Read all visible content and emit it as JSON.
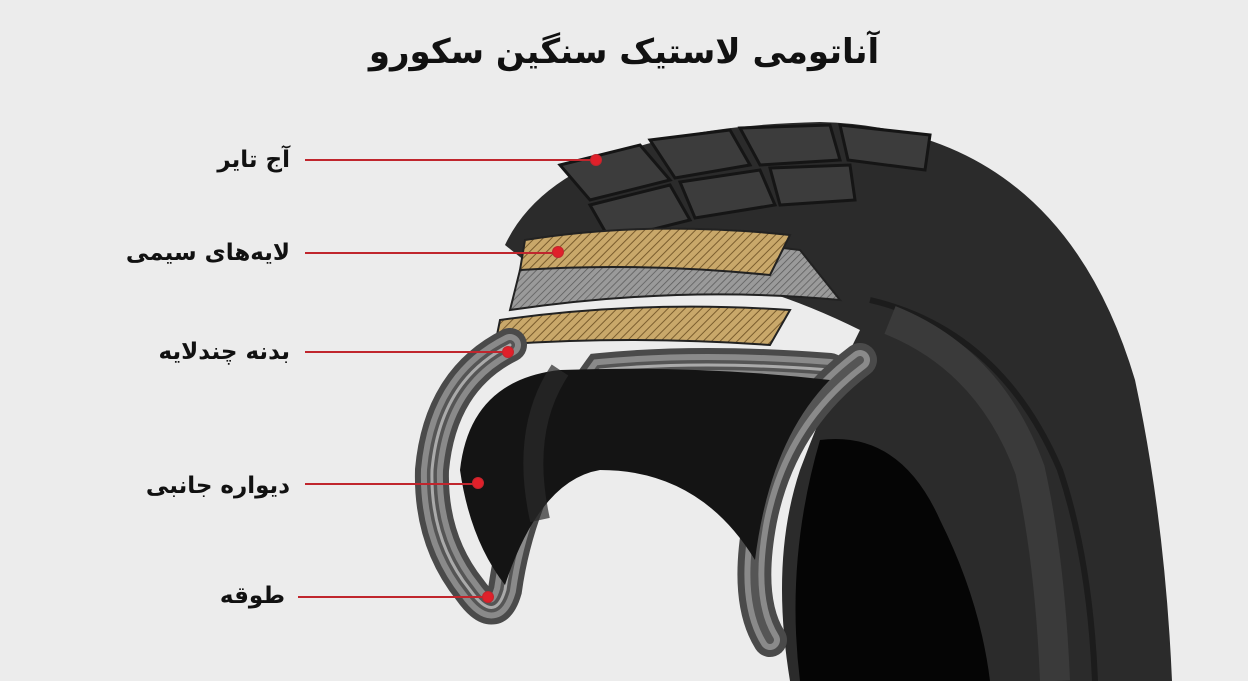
{
  "title": "آناتومی لاستیک سنگین سکورو",
  "labels": [
    {
      "text": "آج تایر",
      "part": "tread"
    },
    {
      "text": "لایه‌های سیمی",
      "part": "steel-belts"
    },
    {
      "text": "بدنه چندلایه",
      "part": "multi-ply-carcass"
    },
    {
      "text": "دیواره جانبی",
      "part": "sidewall"
    },
    {
      "text": "طوقه",
      "part": "bead"
    }
  ],
  "colors": {
    "leader": "#c0262d",
    "dot": "#e0202a",
    "tire": "#2b2b2b",
    "belt": "#b8965a",
    "background": "#ececec"
  }
}
